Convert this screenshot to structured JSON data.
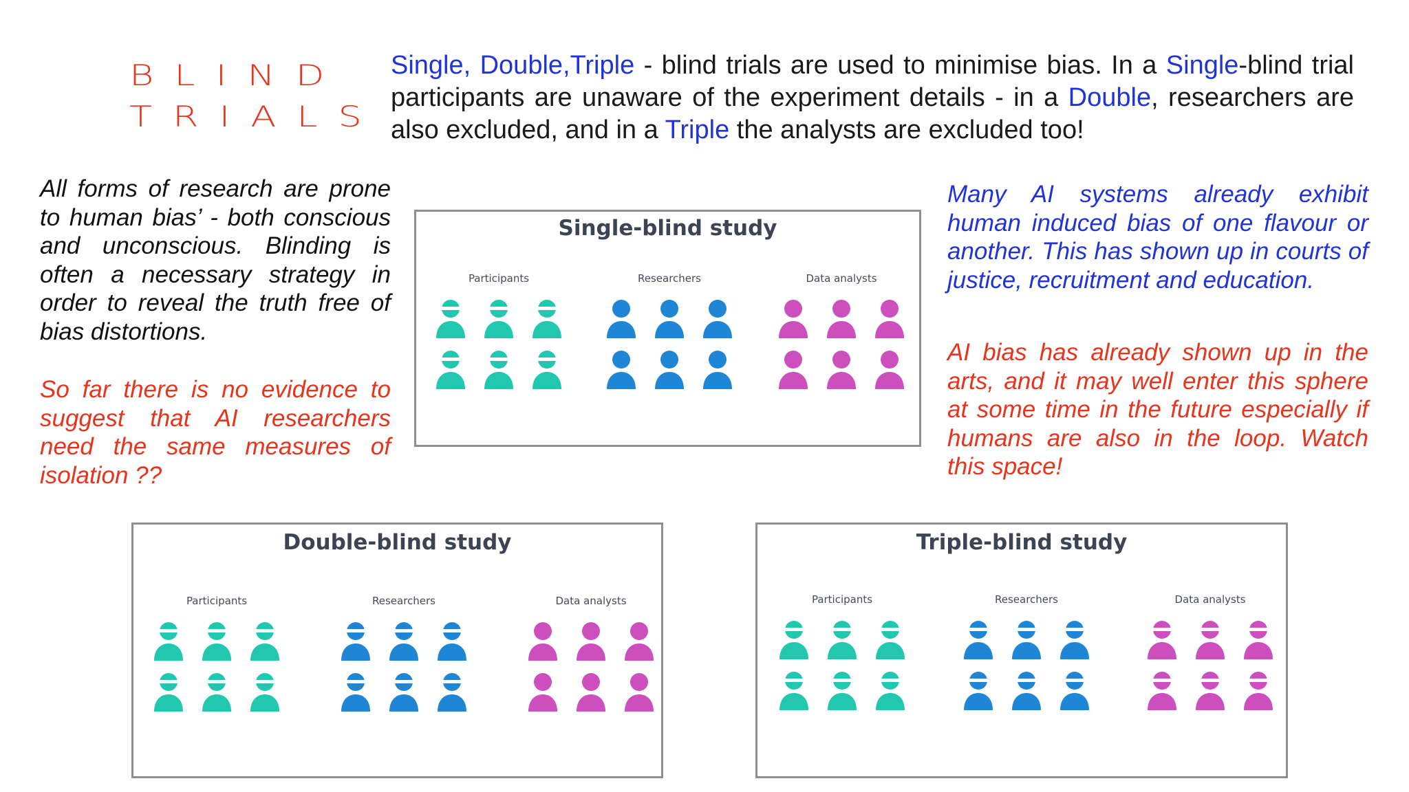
{
  "title": {
    "line1": "BLIND",
    "line2": "TRIALS"
  },
  "intro": {
    "single": "Single,",
    "double": "Double,",
    "triple": "Triple",
    "t1": " - blind trials are used to minimise bias. In a ",
    "single_word": "Single",
    "t2": "-blind trial participants are unaware of the experiment details - in a ",
    "double_word": "Double",
    "t3": ", researchers are also excluded, and in a ",
    "triple_word": "Triple",
    "t4": " the analysts are excluded too!"
  },
  "left": {
    "black": "All forms of research are prone to human bias’ - both conscious and unconscious. Blinding is often a necessary strategy in order to reveal the truth free of bias distortions.",
    "red": "So far there is no evidence to suggest that AI researchers need the same measures of isolation ??"
  },
  "right": {
    "blue": "Many AI systems already exhibit human induced bias of one flavour or another.  This has shown up in courts of justice, recruitment and education.",
    "red": "AI bias has already shown up in the arts, and it may well enter this sphere at some time in the future especially if humans are also in the loop. Watch this space!"
  },
  "colors": {
    "participants": "#22c7b0",
    "researchers": "#1f86d6",
    "analysts": "#cd4fbe",
    "title_red": "#e8341c",
    "blue_text": "#2033d8"
  },
  "studies": [
    {
      "title": "Single-blind study",
      "groups": [
        {
          "label": "Participants",
          "blinded": true
        },
        {
          "label": "Researchers",
          "blinded": false
        },
        {
          "label": "Data analysts",
          "blinded": false
        }
      ]
    },
    {
      "title": "Double-blind study",
      "groups": [
        {
          "label": "Participants",
          "blinded": true
        },
        {
          "label": "Researchers",
          "blinded": true
        },
        {
          "label": "Data analysts",
          "blinded": false
        }
      ]
    },
    {
      "title": "Triple-blind study",
      "groups": [
        {
          "label": "Participants",
          "blinded": true
        },
        {
          "label": "Researchers",
          "blinded": true
        },
        {
          "label": "Data analysts",
          "blinded": true
        }
      ]
    }
  ]
}
